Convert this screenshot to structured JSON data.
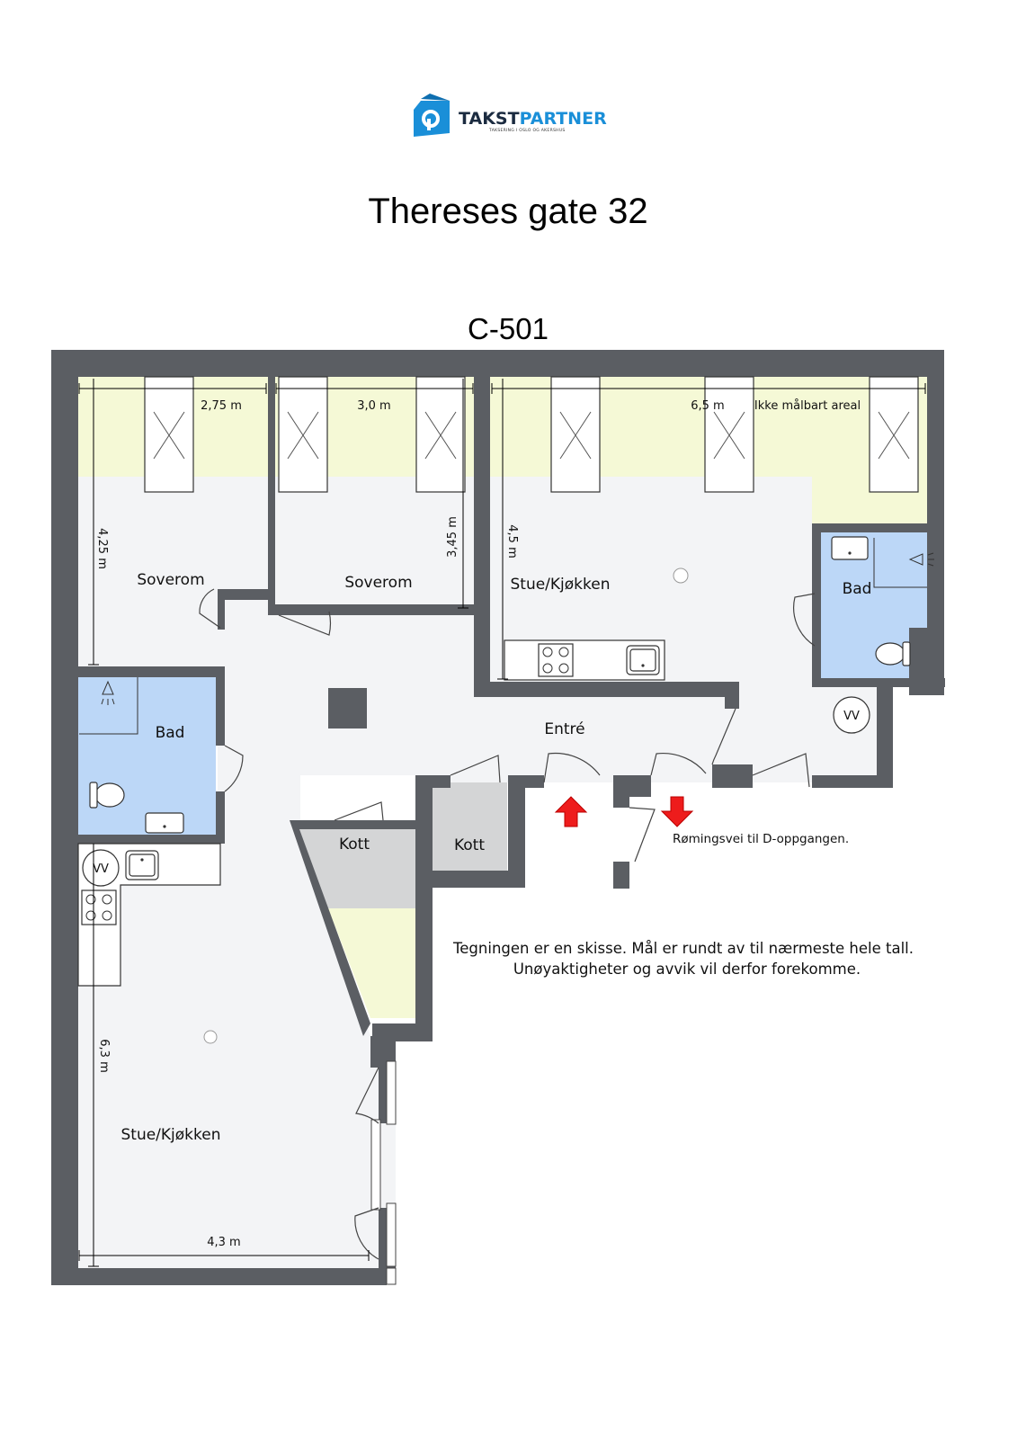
{
  "brand": {
    "name_bold": "TAKST",
    "name_accent": "PARTNER",
    "tagline": "TAKSERING I OSLO OG AKERSHUS",
    "color_dark": "#1b2b40",
    "color_accent": "#1a8fd8"
  },
  "document": {
    "title": "Thereses gate 32",
    "unit": "C-501"
  },
  "rooms": {
    "bedroom_1": "Soverom",
    "bedroom_2": "Soverom",
    "living_kitchen_top": "Stue/Kjøkken",
    "bath_top": "Bad",
    "bath_left": "Bad",
    "hall": "Entré",
    "storage_1": "Kott",
    "storage_2": "Kott",
    "living_kitchen_bottom": "Stue/Kjøkken"
  },
  "dimensions": {
    "bed1_width": "2,75 m",
    "bed2_width": "3,0 m",
    "living_width": "6,5 m",
    "bed1_depth": "4,25 m",
    "bed2_depth": "3,45 m",
    "living_depth": "4,5 m",
    "lower_depth": "6,3 m",
    "lower_width": "4,3 m"
  },
  "labels": {
    "unmeasurable_area": "Ikke målbart areal",
    "escape_route": "Rømingsvei til D-oppgangen.",
    "vv": "VV",
    "vv_2": "VV"
  },
  "notes": {
    "line1": "Tegningen er en skisse. Mål er rundt av til nærmeste hele tall.",
    "line2": "Unøyaktigheter og avvik vil derfor forekomme."
  },
  "colors": {
    "wall": "#5b5e63",
    "floor": "#f3f4f6",
    "bathroom": "#bcd7f7",
    "low_ceiling": "#f5f9d6",
    "storage": "#d4d5d6",
    "arrow": "#ee1c1c"
  }
}
